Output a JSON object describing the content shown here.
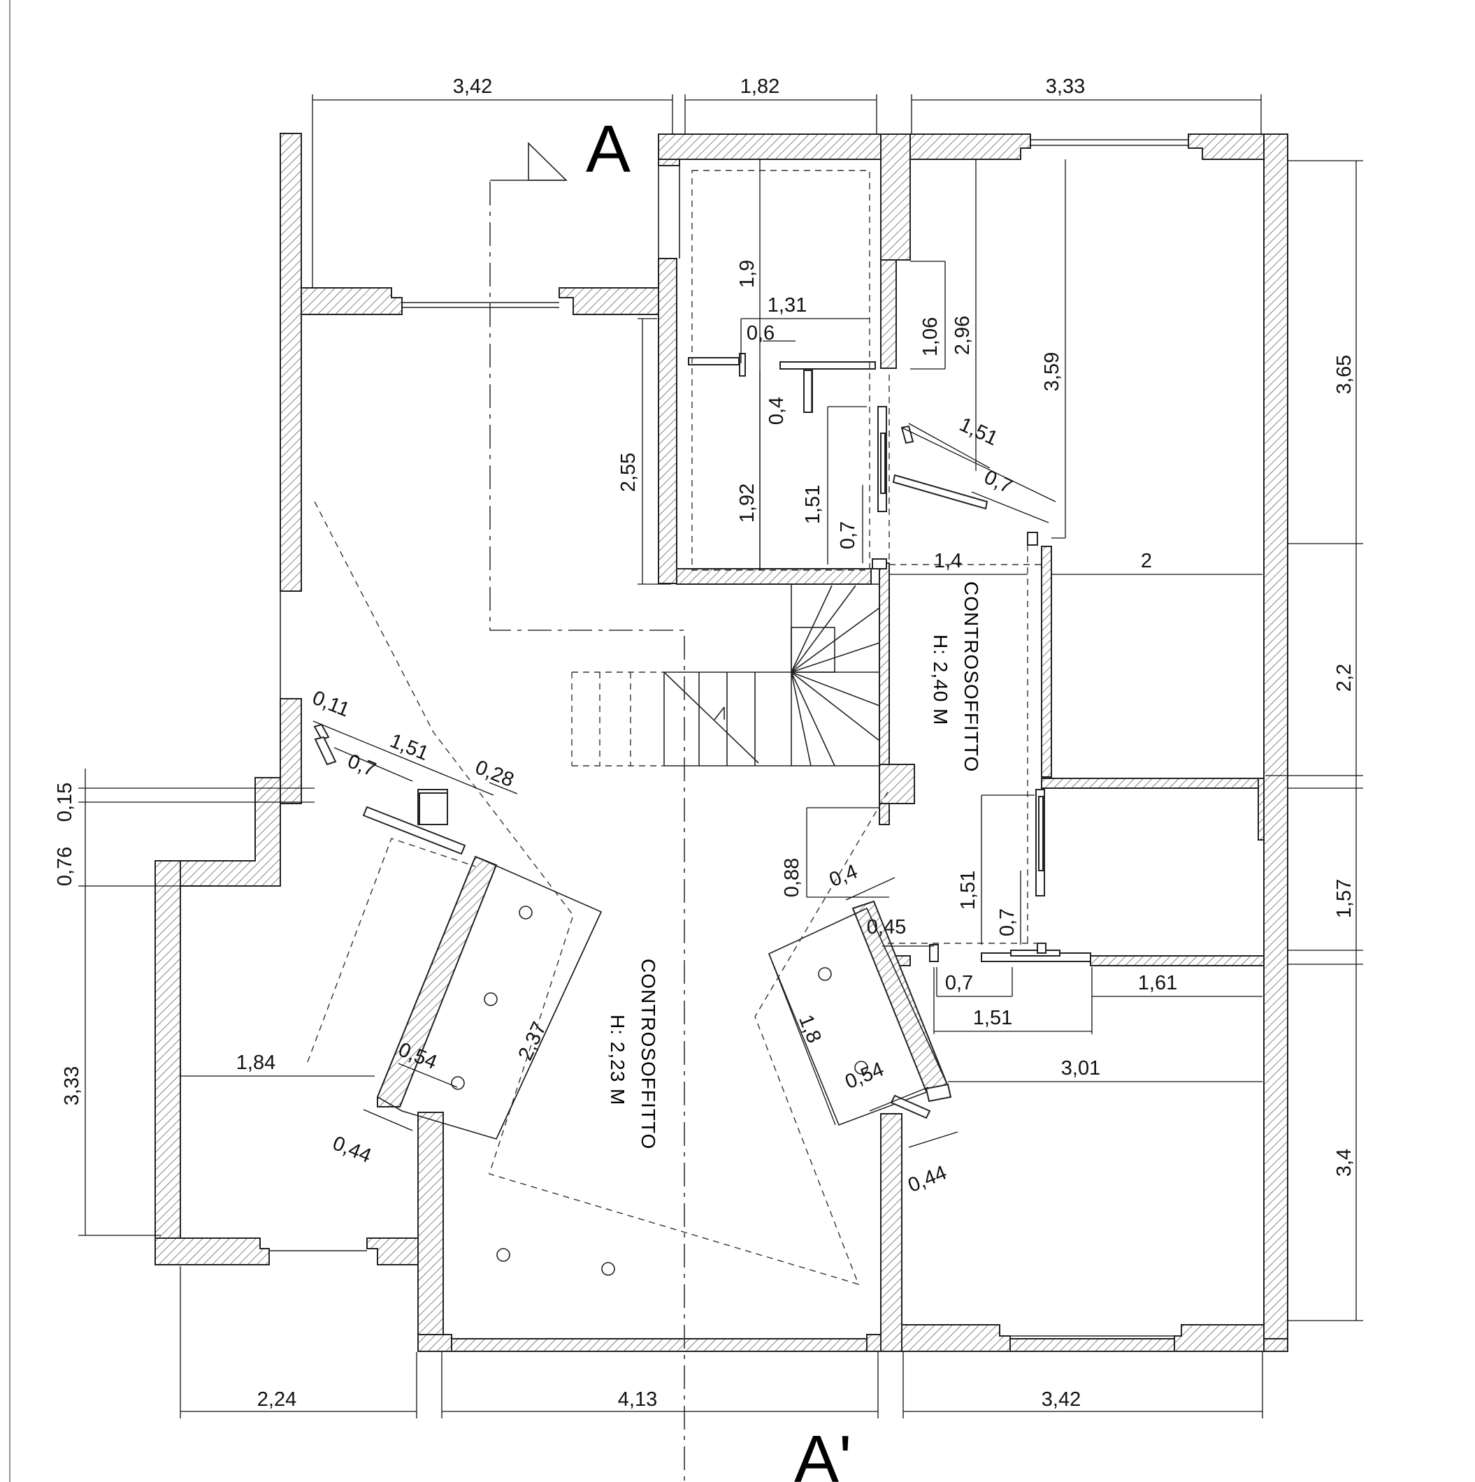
{
  "section_labels": {
    "top": "A",
    "bottom": "A'"
  },
  "dimensions": {
    "top_left": "3,42",
    "top_mid": "1,82",
    "top_right": "3,33",
    "v_1_9": "1,9",
    "h_1_31": "1,31",
    "h_0_6": "0,6",
    "v_0_4": "0,4",
    "v_1_06": "1,06",
    "v_2_96": "2,96",
    "v_3_59": "3,59",
    "r_3_65": "3,65",
    "v_2_55": "2,55",
    "v_1_92": "1,92",
    "v_1_51_a": "1,51",
    "v_0_7_a": "0,7",
    "d_1_51_a": "1,51",
    "d_0_7_a": "0,7",
    "h_1_4": "1,4",
    "h_2": "2",
    "r_2_2": "2,2",
    "d_0_11": "0,11",
    "d_1_51_b": "1,51",
    "d_0_7_b": "0,7",
    "d_0_28": "0,28",
    "l_0_15": "0,15",
    "l_0_76": "0,76",
    "v_0_88": "0,88",
    "d_0_4": "0,4",
    "v_1_51_b": "1,51",
    "v_0_7_b": "0,7",
    "r_1_57": "1,57",
    "h_0_45": "0,45",
    "h_0_7": "0,7",
    "h_1_61": "1,61",
    "h_1_51": "1,51",
    "d_2_37": "2,37",
    "d_1_8": "1,8",
    "l_3_33": "3,33",
    "h_1_84": "1,84",
    "d_0_54_a": "0,54",
    "d_0_54_b": "0,54",
    "h_3_01": "3,01",
    "d_0_44_a": "0,44",
    "d_0_44_b": "0,44",
    "r_3_4": "3,4",
    "bottom_left": "2,24",
    "bottom_mid": "4,13",
    "bottom_right": "3,42"
  },
  "ceiling_notes": {
    "note_a_line1": "CONTROSOFFITTO",
    "note_a_line2": "H: 2,40 M",
    "note_b_line1": "CONTROSOFFITTO",
    "note_b_line2": "H: 2,23 M"
  }
}
